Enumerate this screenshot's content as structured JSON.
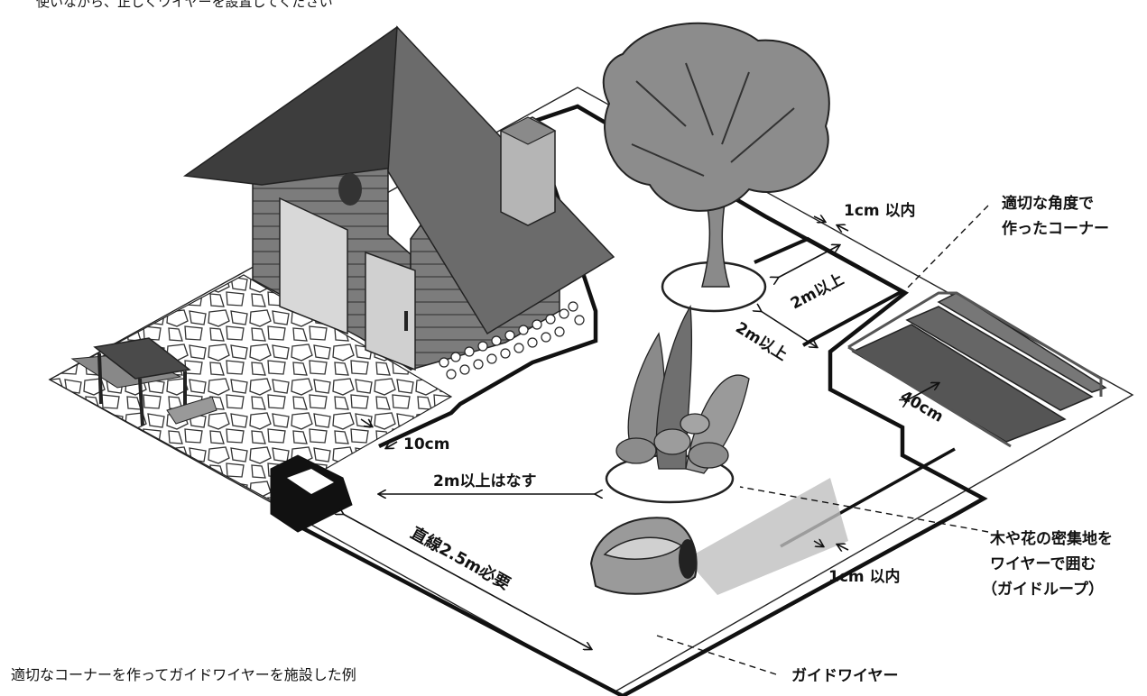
{
  "header_text": "使いながら、正しくワイヤーを設置してください",
  "caption": "適切なコーナーを作ってガイドワイヤーを施設した例",
  "labels": {
    "gap_top": "1cm 以内",
    "gap_bottom": "1cm 以内",
    "corner_line1": "適切な角度で",
    "corner_line2": "作ったコーナー",
    "dist_tree_1": "2m以上",
    "dist_tree_2": "2m以上",
    "dist_40": "40cm",
    "dist_10": "10cm",
    "keep_away": "2m以上はなす",
    "straight": "直線2.5m必要",
    "loop_line1": "木や花の密集地を",
    "loop_line2": "ワイヤーで囲む",
    "loop_line3": "（ガイドループ）",
    "guide_wire": "ガイドワイヤー"
  },
  "colors": {
    "wire": "#111111",
    "house_dark": "#4a4a4a",
    "house_mid": "#7a7a7a",
    "house_light": "#a8a8a8",
    "ground": "#ffffff"
  }
}
